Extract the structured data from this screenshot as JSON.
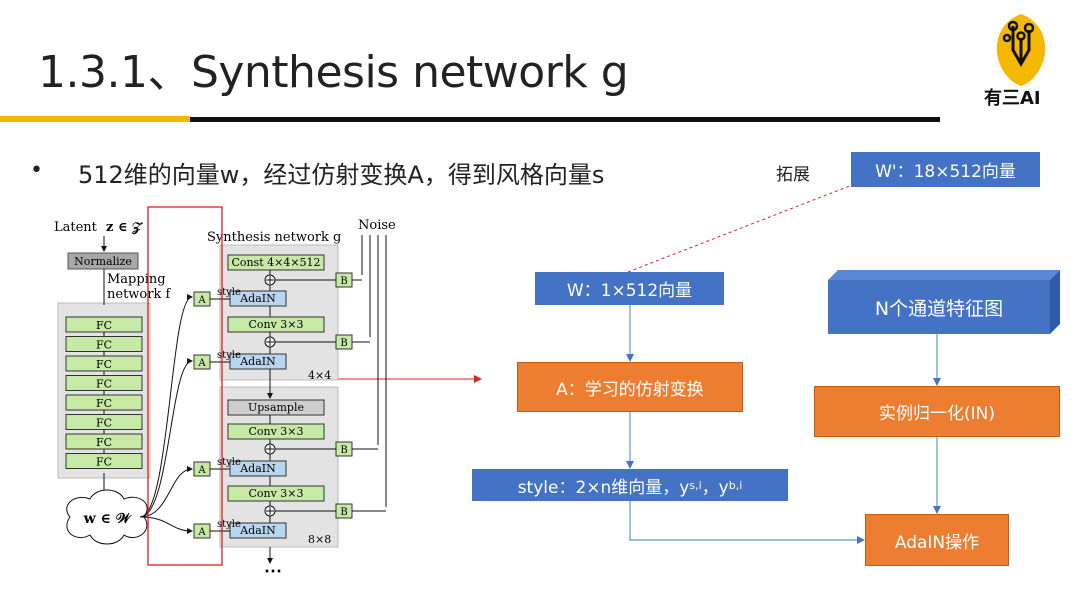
{
  "slide": {
    "title": "1.3.1、Synthesis network g",
    "bullet": "512维的向量w，经过仿射变换A，得到风格向量s",
    "logo_text": "有三AI"
  },
  "flow": {
    "expand_label": "拓展",
    "w_prime": "W'：18×512向量",
    "w": "W：1×512向量",
    "affine": "A：学习的仿射变换",
    "style_prefix": "style：2×n维向量，y",
    "style_sub1": "s,i",
    "style_mid": "，y",
    "style_sub2": "b,i",
    "feature_map": "N个通道特征图",
    "in_norm": "实例归一化(IN)",
    "adain_op": "AdaIN操作"
  },
  "figure": {
    "latent_label": "Latent",
    "latent_math": "z ∈ 𝒵",
    "normalize": "Normalize",
    "mapping_label_1": "Mapping",
    "mapping_label_2": "network f",
    "fc": [
      "FC",
      "FC",
      "FC",
      "FC",
      "FC",
      "FC",
      "FC",
      "FC"
    ],
    "w_label": "w ∈ 𝒲",
    "synthesis_label": "Synthesis network g",
    "noise_label": "Noise",
    "const": "Const 4×4×512",
    "adain": "AdaIN",
    "conv": "Conv 3×3",
    "upsample": "Upsample",
    "A": "A",
    "B": "B",
    "style": "style",
    "res1": "4×4",
    "res2": "8×8",
    "ellipsis": "⋯"
  },
  "colors": {
    "accent_yellow": "#f5b800",
    "blue_box": "#4472c4",
    "orange_box": "#ed7d31",
    "fc_green": "#c6e9a6",
    "adain_blue": "#b9d5f0",
    "highlight_red": "#e02020"
  }
}
